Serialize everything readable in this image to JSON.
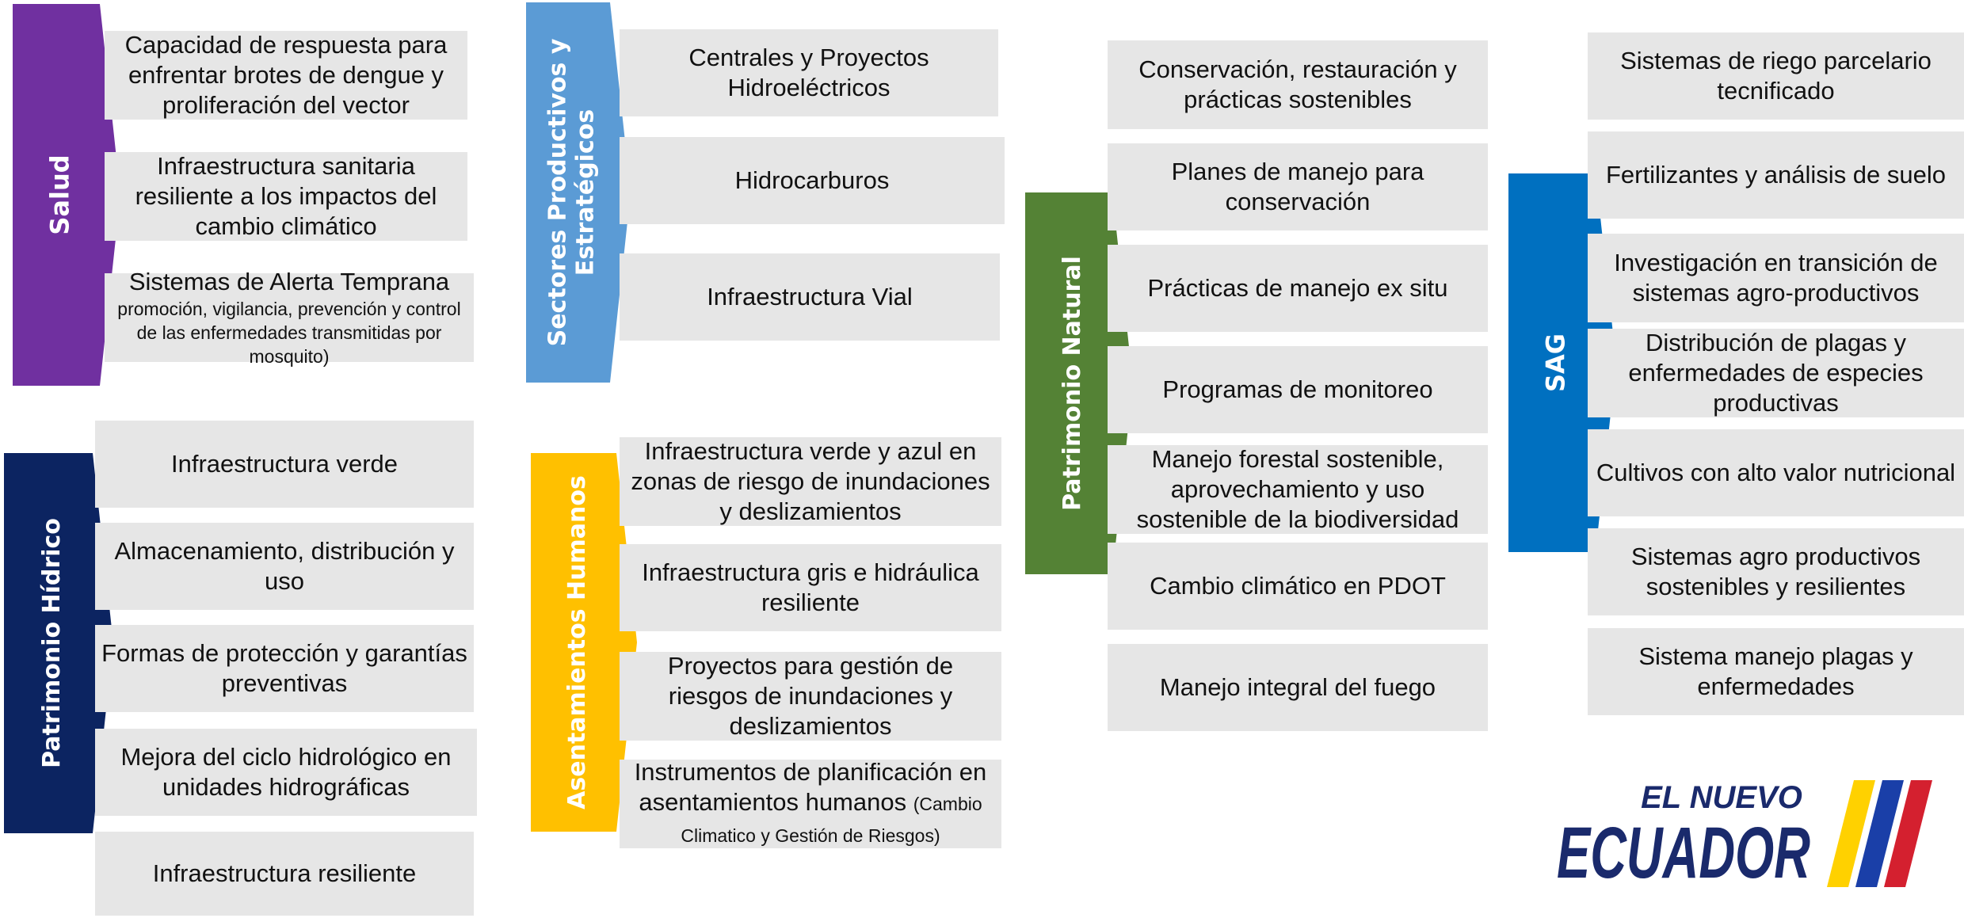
{
  "colors": {
    "salud": "#7030a0",
    "sectores": "#5b9bd5",
    "hidrico": "#0c2461",
    "asentamientos": "#ffc000",
    "natural": "#548235",
    "sag": "#0070c0",
    "box": "#e6e6e6"
  },
  "groups": {
    "salud": {
      "label": "Salud",
      "items": [
        "Capacidad de respuesta para enfrentar  brotes de dengue y proliferación del vector",
        "Infraestructura  sanitaria resiliente a los impactos del cambio climático",
        "Sistemas de Alerta Temprana"
      ],
      "item3_sub": "promoción, vigilancia, prevención y control de las enfermedades transmitidas por mosquito)"
    },
    "sectores": {
      "label_line1": "Sectores Productivos y",
      "label_line2": "Estratégicos",
      "items": [
        "Centrales  y Proyectos Hidroeléctricos",
        "Hidrocarburos",
        "Infraestructura  Vial"
      ]
    },
    "hidrico": {
      "label": "Patrimonio  Hídrico",
      "items": [
        "Infraestructura  verde",
        "Almacenamiento,  distribución y uso",
        "Formas de protección y garantías  preventivas",
        "Mejora del ciclo hidrológico en unidades hidrográficas",
        "Infraestructura  resiliente"
      ]
    },
    "asentamientos": {
      "label": "Asentamientos  Humanos",
      "items": [
        "Infraestructura  verde y azul en zonas de riesgo de inundaciones y deslizamientos",
        "Infraestructura  gris e hidráulica resiliente",
        "Proyectos para gestión de riesgos de inundaciones y deslizamientos",
        "Instrumentos  de planificación en asentamientos humanos"
      ],
      "item4_small": "(Cambio Climatico y Gestión de Riesgos)"
    },
    "natural": {
      "label": "Patrimonio  Natural",
      "items": [
        "Conservación, restauración y prácticas sostenibles",
        "Planes de manejo para conservación",
        "Prácticas de manejo ex situ",
        "Programas de monitoreo",
        "Manejo forestal sostenible, aprovechamiento  y uso sostenible de la biodiversidad",
        "Cambio climático en PDOT",
        "Manejo integral del fuego"
      ]
    },
    "sag": {
      "label": "SAG",
      "items": [
        "Sistemas de riego parcelario tecnificado",
        "Fertilizantes y análisis de suelo",
        "Investigación  en transición de sistemas agro-productivos",
        "Distribución de plagas y enfermedades de especies productivas",
        "Cultivos con alto valor nutricional",
        "Sistemas agro productivos sostenibles y resilientes",
        "Sistema manejo plagas y enfermedades"
      ]
    }
  },
  "logo": {
    "line1": "EL NUEVO",
    "line2": "ECUADOR"
  }
}
